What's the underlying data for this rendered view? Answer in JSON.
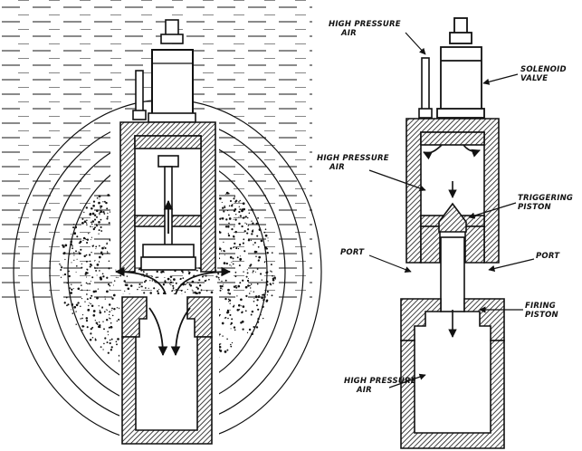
{
  "labels": {
    "high_pressure_air_top": [
      "HIGH PRESSURE",
      "AIR"
    ],
    "solenoid_valve": [
      "SOLENOID",
      "VALVE"
    ],
    "high_pressure_air_mid": [
      "HIGH PRESSURE",
      "AIR"
    ],
    "triggering_piston": [
      "TRIGGERING",
      "PISTON"
    ],
    "port_left": "PORT",
    "port_right": "PORT",
    "firing_piston": [
      "FIRING",
      "PISTON"
    ],
    "high_pressure_air_bottom": [
      "HIGH PRESSURE",
      "AIR"
    ]
  },
  "colors": {
    "ink": "#111111",
    "hatch_fill": "#8a8a8a",
    "paper": "#ffffff"
  }
}
